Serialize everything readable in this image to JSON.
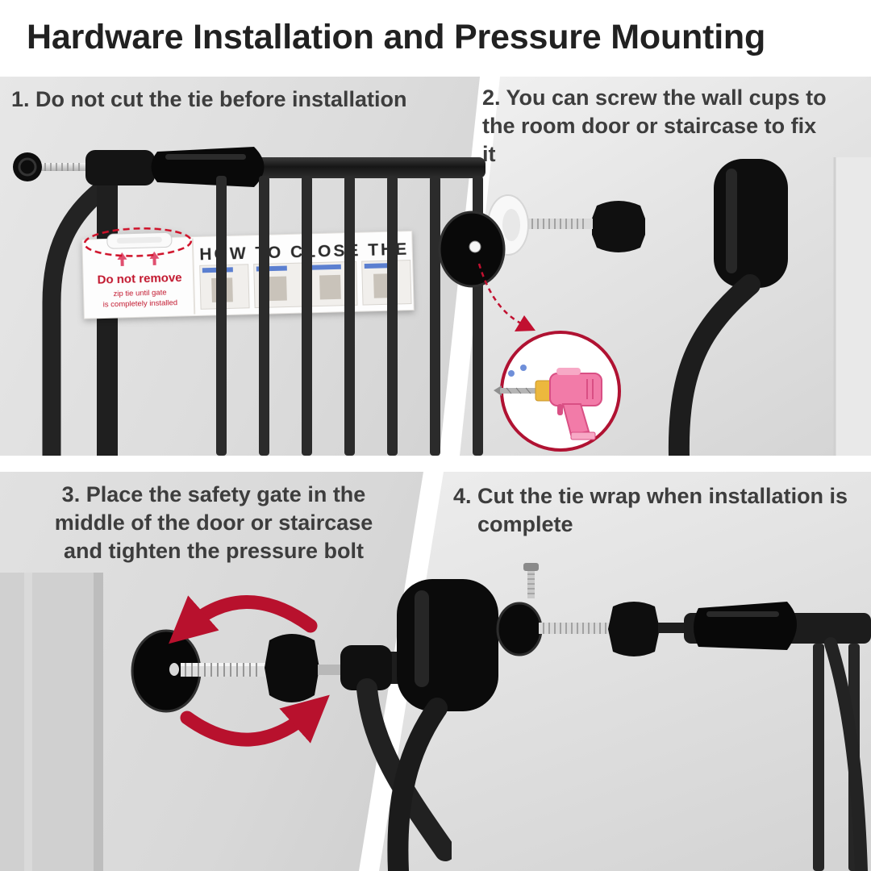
{
  "title": "Hardware Installation and Pressure Mounting",
  "steps": [
    {
      "label": "1. Do not cut the tie before installation"
    },
    {
      "label": "2. You can screw the wall cups to the room door or staircase to fix it"
    },
    {
      "label": "3. Place the safety gate in the middle of the door or staircase and tighten the pressure bolt"
    },
    {
      "label": "4. Cut the tie wrap when installation is complete"
    }
  ],
  "warning_label": {
    "title": "Do not remove",
    "line2": "zip tie until gate",
    "line3": "is completely installed",
    "heading": "HOW TO CLOSE THE"
  },
  "colors": {
    "accent_red": "#b8112d",
    "warning_red": "#c2172e",
    "drill_pink": "#f27ba8",
    "drill_yellow": "#ecb83d",
    "metal_black": "#111111",
    "panel_gray": "#dedede"
  }
}
